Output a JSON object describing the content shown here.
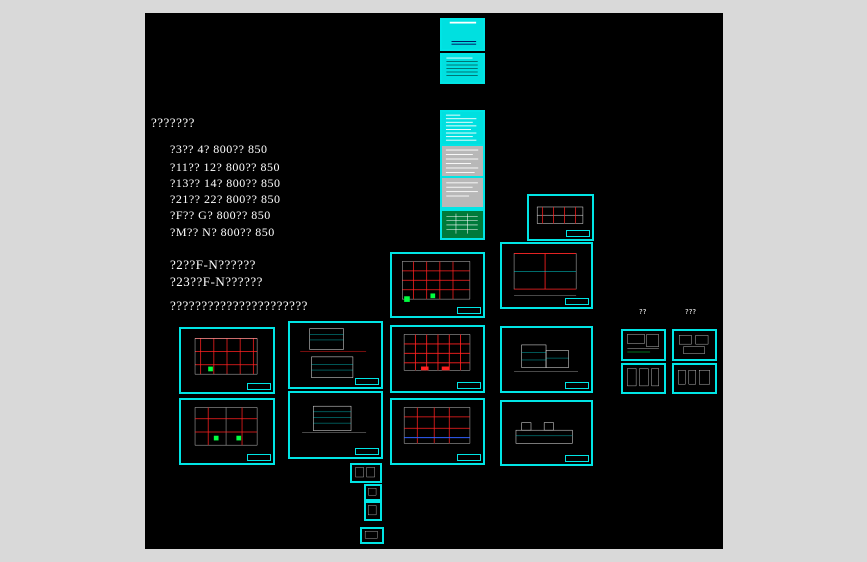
{
  "notes": {
    "heading": "???????",
    "lines": [
      "?3?? 4? 800?? 850",
      "?11?? 12? 800?? 850",
      "?13?? 14? 800?? 850",
      "?21?? 22? 800?? 850",
      "?F?? G? 800?? 850",
      "?M?? N? 800?? 850"
    ],
    "lines2": [
      "?2??F-N??????",
      "?23??F-N??????"
    ],
    "footer": "??????????????????????"
  },
  "captions": {
    "right_group_1": "??",
    "right_group_2": "???"
  },
  "colors": {
    "background": "#000000",
    "frame": "#00e5e5",
    "red": "#ff2020",
    "white": "#ffffff",
    "green": "#00ff40"
  }
}
